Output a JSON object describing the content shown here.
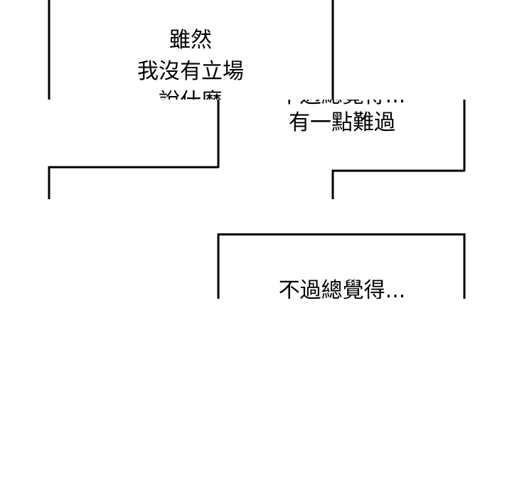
{
  "panels": {
    "top_left": {
      "lines": [
        "雖然",
        "我沒有立場",
        "說什麼"
      ]
    },
    "top_right": {
      "lines": [
        "不過總覺得...",
        "有一點難過"
      ]
    },
    "bottom_right": {
      "lines": [
        "不過總覺得..."
      ]
    }
  },
  "colors": {
    "ink": "#000000",
    "paper": "#ffffff"
  }
}
